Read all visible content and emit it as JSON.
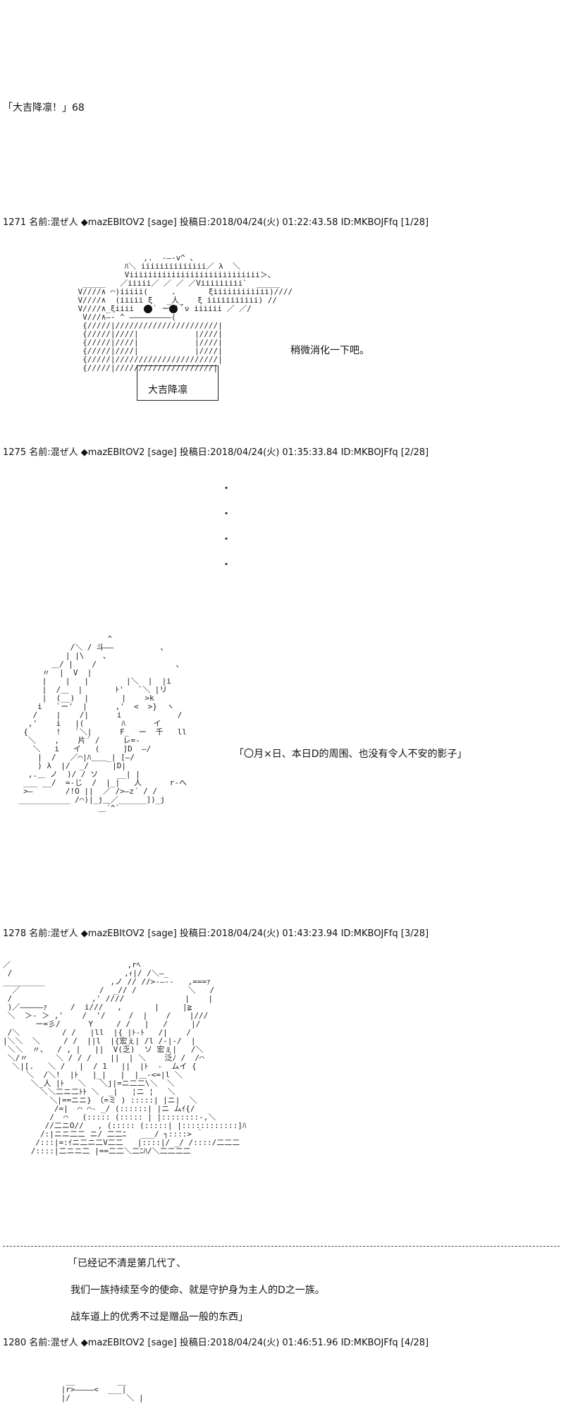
{
  "intro": {
    "quote": "「大吉降凛！」68"
  },
  "posts": [
    {
      "header": "1271 名前:混ぜ人 ◆mazEBItOV2 [sage] 投稿日:2018/04/24(火) 01:22:43.58 ID:MKBOJFfq [1/28]"
    },
    {
      "header": "1275 名前:混ぜ人 ◆mazEBItOV2 [sage] 投稿日:2018/04/24(火) 01:35:33.84 ID:MKBOJFfq [2/28]"
    },
    {
      "header": "1278 名前:混ぜ人 ◆mazEBItOV2 [sage] 投稿日:2018/04/24(火) 01:43:23.94 ID:MKBOJFfq [3/28]"
    },
    {
      "header": "1280 名前:混ぜ人 ◆mazEBItOV2 [sage] 投稿日:2018/04/24(火) 01:46:51.96 ID:MKBOJFfq [4/28]"
    }
  ],
  "post1": {
    "box_label": "大吉降凛",
    "side_text": "稍微消化一下吧。"
  },
  "post2": {
    "dots": [
      "・",
      "・",
      "・",
      "・"
    ],
    "side_text": "「〇月×日、本日D的周围、也没有令人不安的影子」"
  },
  "post3": {
    "lines": [
      "「已经记不清是第几代了、",
      "我们一族持续至今的使命、就是守护身为主人的D之一族。",
      "战车道上的优秀不过是赠品一般的东西」"
    ]
  }
}
